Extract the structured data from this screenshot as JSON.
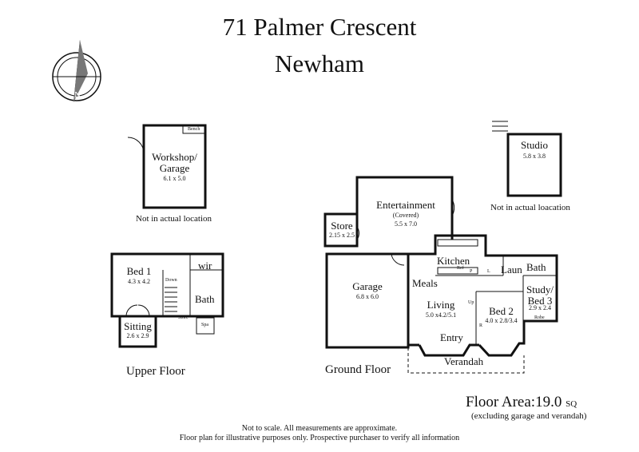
{
  "header": {
    "address": "71 Palmer Crescent",
    "suburb": "Newham"
  },
  "compass": {
    "direction": "N"
  },
  "rooms": {
    "workshop": {
      "name": "Workshop/\nGarage",
      "dims": "6.1 x 5.0",
      "bench": "Bench"
    },
    "studio": {
      "name": "Studio",
      "dims": "5.8 x 3.8"
    },
    "entertainment": {
      "name": "Entertainment",
      "sub": "(Covered)",
      "dims": "5.5 x 7.0"
    },
    "store": {
      "name": "Store",
      "dims": "2.15 x 2.5"
    },
    "garage": {
      "name": "Garage",
      "dims": "6.8 x 6.0"
    },
    "kitchen": {
      "name": "Kitchen"
    },
    "meals": {
      "name": "Meals"
    },
    "laun": {
      "name": "Laun"
    },
    "bath_ground": {
      "name": "Bath"
    },
    "study": {
      "name": "Study/\nBed 3",
      "dims": "2.9 x 2.4"
    },
    "living": {
      "name": "Living",
      "dims": "5.0 x4.2/5.1"
    },
    "bed2": {
      "name": "Bed 2",
      "dims": "4.0 x 2.8/3.4"
    },
    "entry": {
      "name": "Entry"
    },
    "verandah": {
      "name": "Verandah"
    },
    "bed1": {
      "name": "Bed 1",
      "dims": "4.3 x 4.2"
    },
    "wir": {
      "name": "wir"
    },
    "bath_upper": {
      "name": "Bath"
    },
    "sitting": {
      "name": "Sitting",
      "dims": "2.6 x 2.9"
    }
  },
  "small_labels": {
    "ref": "Ref",
    "p": "P",
    "l": "L",
    "robe": "Robe",
    "down": "Down",
    "store": "Store",
    "spa": "Spa",
    "up": "Up",
    "r": "R"
  },
  "notes": {
    "workshop_loc": "Not in actual location",
    "studio_loc": "Not in actual loacation"
  },
  "floors": {
    "upper": "Upper Floor",
    "ground": "Ground Floor"
  },
  "floor_area": {
    "label": "Floor Area:19.0",
    "unit": "SQ",
    "note": "(excluding garage and verandah)"
  },
  "footer": {
    "line1": "Not to scale. All measurements are approximate.",
    "line2": "Floor plan for illustrative purposes only. Prospective purchaser to verify all information"
  }
}
